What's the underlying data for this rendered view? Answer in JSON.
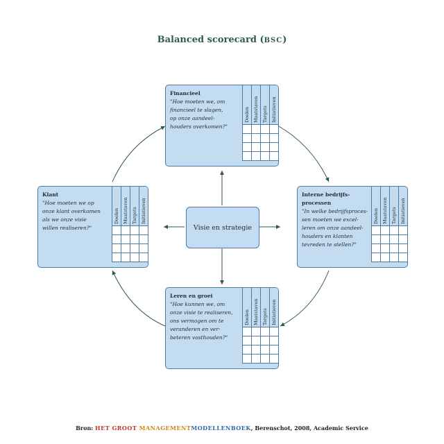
{
  "title": {
    "main": "Balanced scorecard (",
    "abbr": "BSC",
    "close": ")"
  },
  "center": {
    "label": "Visie en strategie"
  },
  "grid_headers": [
    "Doelen",
    "Maatstaven",
    "Targets",
    "Initiatieven"
  ],
  "perspectives": {
    "financieel": {
      "heading": "Financieel",
      "question": [
        "\"Hoe moeten we, om",
        "financieel te slagen,",
        "op onze aandeel-",
        "houders overkomen?\""
      ]
    },
    "klant": {
      "heading": "Klant",
      "question": [
        "\"Hoe moeten we op",
        "onze klant overkomen",
        "als we onze visie",
        "willen realiseren?\""
      ]
    },
    "interne": {
      "heading": [
        "Interne bedrijfs-",
        "processen"
      ],
      "question": [
        "\"In welke bedrijfsproces-",
        "sen moeten we excel-",
        "leren om onze aandeel-",
        "houders en klanten",
        "tevreden te stellen?\""
      ]
    },
    "leren": {
      "heading": "Leren en groei",
      "question": [
        "\"Hoe kunnen we, om",
        "onze visie te realiseren,",
        "ons vermogen om te",
        "veranderen en ver-",
        "beteren vasthouden?\""
      ]
    }
  },
  "source": {
    "prefix": "Bron: ",
    "book_part1": "HET GROOT ",
    "book_part2": "MANAGEMENT",
    "book_part3": "MODELLENBOEK",
    "suffix": ", Berenschot, 2008, Academic Service"
  },
  "colors": {
    "box_fill": "#c3dcef",
    "box_border": "#4a7aa5",
    "arrow": "#2f5a4f",
    "title": "#2f5a4f"
  }
}
